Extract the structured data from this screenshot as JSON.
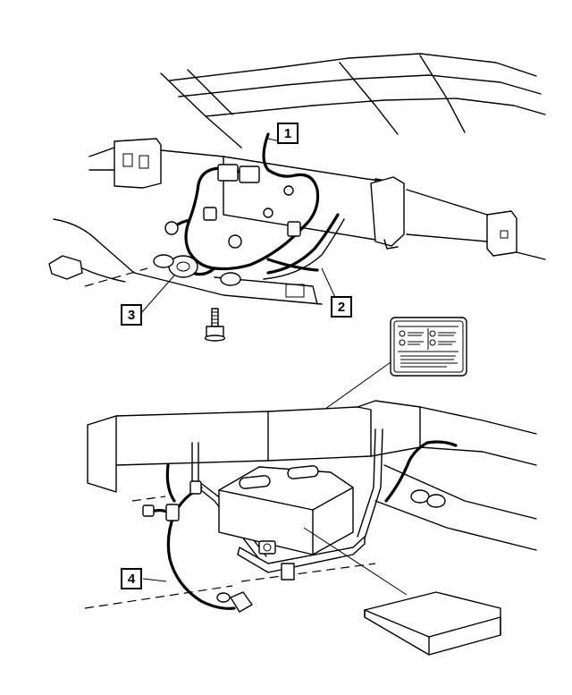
{
  "callouts": [
    {
      "number": "1"
    },
    {
      "number": "2"
    },
    {
      "number": "3"
    },
    {
      "number": "4"
    }
  ],
  "icons": {
    "warning_label": "warning-label-icon",
    "battery": "battery-icon",
    "battery_cover": "battery-cover-tray-icon",
    "mounting_bolt": "bolt-icon"
  },
  "colors": {
    "line": "#000000",
    "background": "#ffffff"
  }
}
